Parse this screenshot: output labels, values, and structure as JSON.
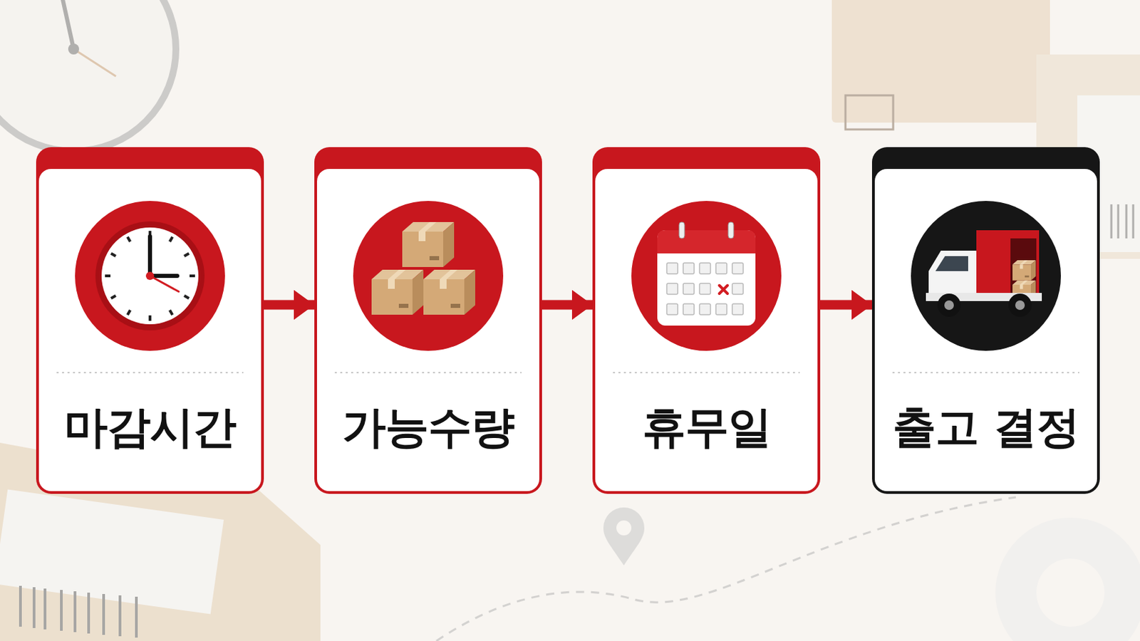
{
  "diagram": {
    "nodes": [
      {
        "text": [
          "마감시간"
        ]
      },
      {
        "text": [
          "가능수량"
        ]
      },
      {
        "text": [
          "휴무일"
        ]
      },
      {
        "text": [
          "출고 결정"
        ]
      }
    ],
    "edges": [
      {
        "from": 0,
        "to": 1,
        "arrow": "to"
      },
      {
        "from": 1,
        "to": 2,
        "arrow": "to"
      },
      {
        "from": 2,
        "to": 3,
        "arrow": "to"
      }
    ]
  }
}
